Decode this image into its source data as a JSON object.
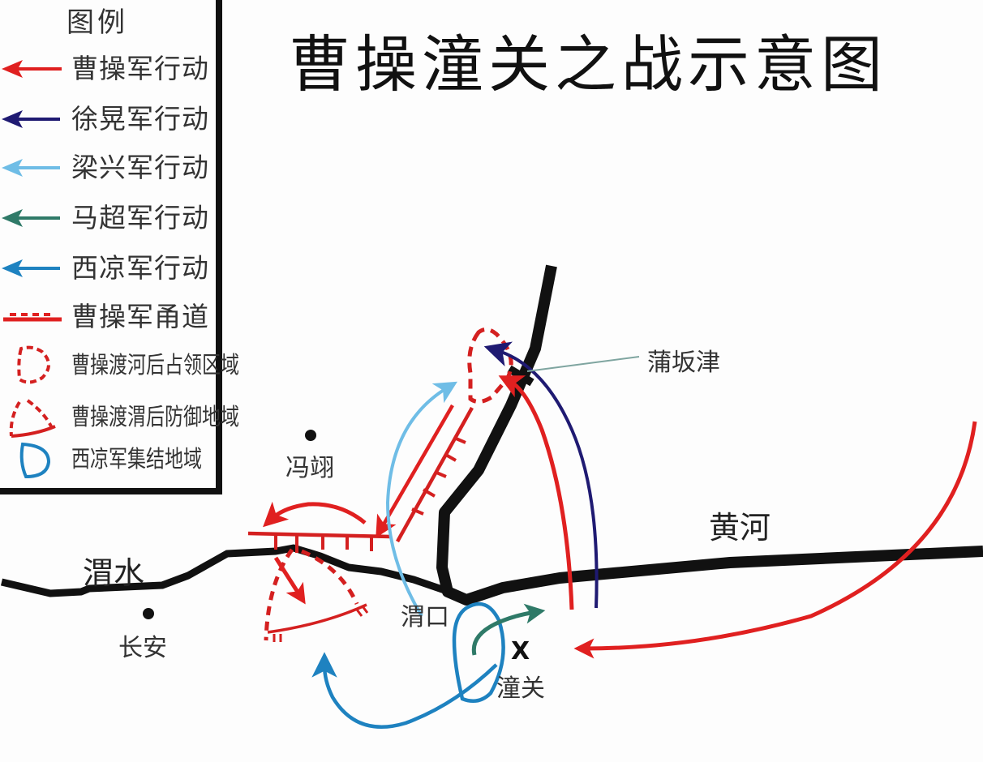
{
  "title": "曹操潼关之战示意图",
  "legend": {
    "heading": "图例",
    "items": [
      {
        "label": "曹操军行动",
        "symbol": "arrow",
        "color": "#e02020"
      },
      {
        "label": "徐晃军行动",
        "symbol": "arrow",
        "color": "#1f1a72"
      },
      {
        "label": "梁兴军行动",
        "symbol": "arrow",
        "color": "#6fbde6"
      },
      {
        "label": "马超军行动",
        "symbol": "arrow",
        "color": "#2f7a68"
      },
      {
        "label": "西凉军行动",
        "symbol": "arrow",
        "color": "#1e82c0"
      },
      {
        "label": "曹操军甬道",
        "symbol": "palisade-line",
        "color": "#e02020"
      },
      {
        "label": "曹操渡河后占领区域",
        "symbol": "dashed-area",
        "color": "#d42020"
      },
      {
        "label": "曹操渡渭后防御地域",
        "symbol": "dashed-sector",
        "color": "#d42020"
      },
      {
        "label": "西凉军集结地域",
        "symbol": "solid-area",
        "color": "#1e82c0"
      }
    ]
  },
  "places": {
    "pubanjin": "蒲坂津",
    "fengyi": "冯翊",
    "weishui": "渭水",
    "huanghe": "黄河",
    "changan": "长安",
    "weikou": "渭口",
    "tongguan": "潼关",
    "tongguan_marker": "X"
  },
  "colors": {
    "cao_cao": "#e02020",
    "xu_huang": "#1f1a72",
    "liang_xing": "#6fbde6",
    "ma_chao": "#2f7a68",
    "xiliang": "#1e82c0",
    "river": "#111111"
  }
}
